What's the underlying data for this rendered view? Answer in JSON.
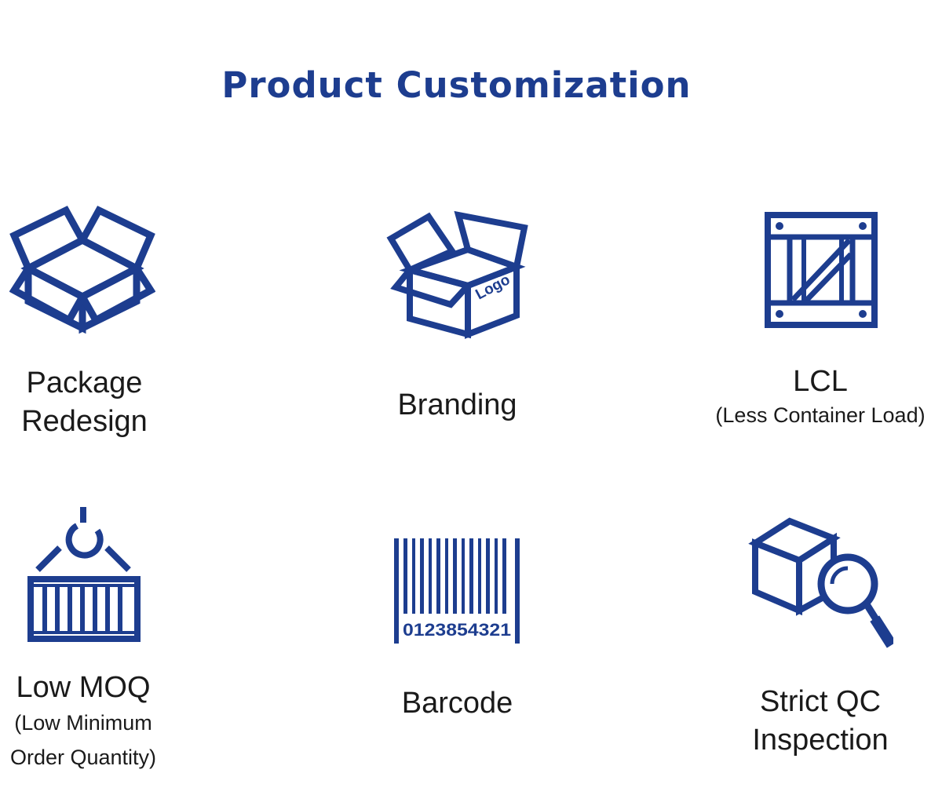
{
  "page": {
    "title": "Product Customization",
    "accent_color": "#1d3d8f"
  },
  "features": [
    {
      "icon": "open-box-icon",
      "lines": [
        "Package",
        "Redesign"
      ]
    },
    {
      "icon": "logo-box-icon",
      "icon_text": "Logo",
      "lines": [
        "Branding"
      ]
    },
    {
      "icon": "crate-icon",
      "lines": [
        "LCL"
      ],
      "sub_lines": [
        "(Less Container Load)"
      ]
    },
    {
      "icon": "container-hook-icon",
      "lines": [
        "Low MOQ"
      ],
      "sub_lines": [
        "(Low Minimum",
        "Order Quantity)"
      ]
    },
    {
      "icon": "barcode-icon",
      "icon_text": "0123854321",
      "lines": [
        "Barcode"
      ]
    },
    {
      "icon": "box-magnifier-icon",
      "lines": [
        "Strict QC",
        "Inspection"
      ]
    }
  ]
}
